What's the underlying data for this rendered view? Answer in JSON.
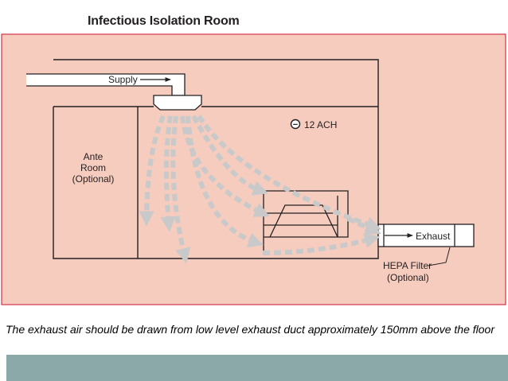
{
  "title": "Infectious Isolation Room",
  "labels": {
    "supply": "Supply",
    "ach": "12 ACH",
    "ach_symbol": "−",
    "ante_room": [
      "Ante",
      "Room",
      "(Optional)"
    ],
    "exhaust": "Exhaust",
    "hepa_filter": [
      "HEPA Filter",
      "(Optional)"
    ]
  },
  "caption": "The exhaust air should be drawn from low level exhaust duct approximately 150mm above the floor",
  "colors": {
    "background_panel": "#f6ccbf",
    "panel_border": "#c8102e",
    "line": "#231f20",
    "airflow_arrow": "#c9c9c9",
    "footer_bar": "#8aa9a8"
  }
}
